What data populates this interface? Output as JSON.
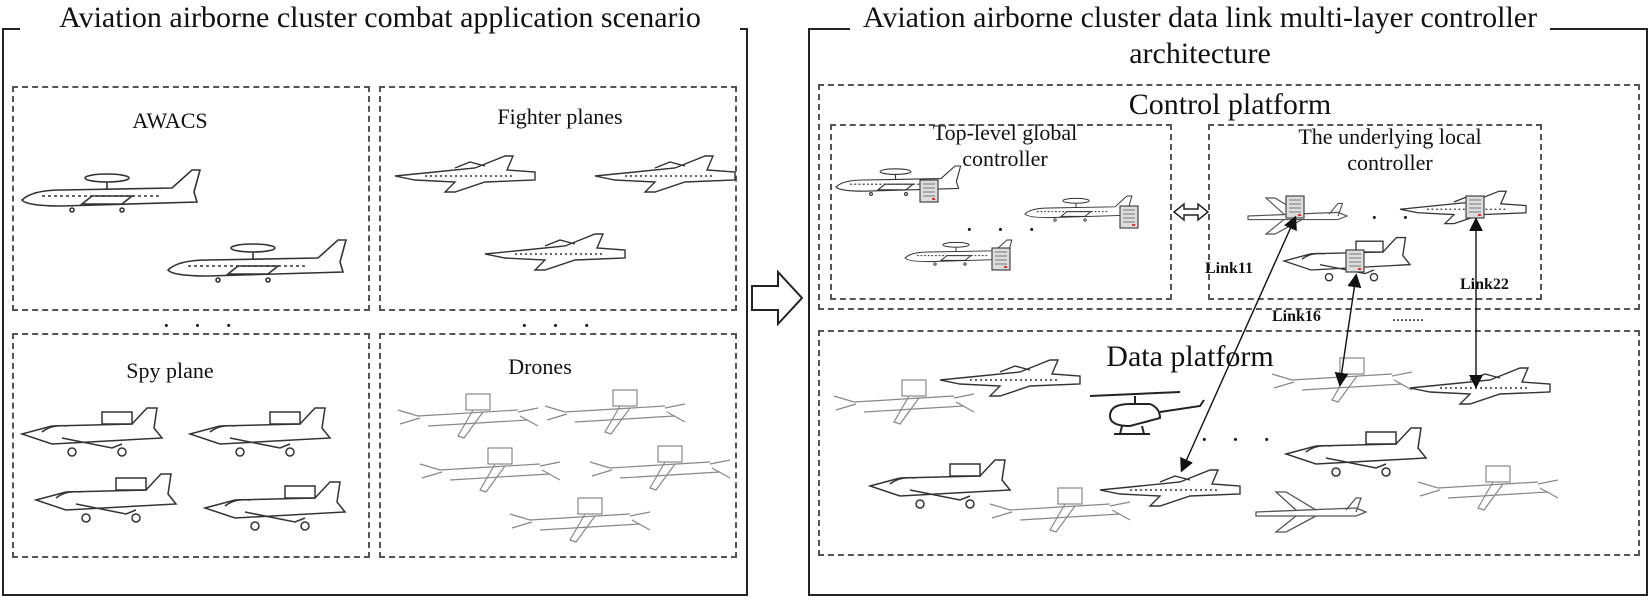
{
  "left": {
    "title": "Aviation airborne cluster combat application scenario",
    "quadrants": {
      "awacs": "AWACS",
      "fighters": "Fighter planes",
      "spy": "Spy plane",
      "drones": "Drones"
    },
    "ellipsis_left": "· · ·",
    "ellipsis_right": "· · ·"
  },
  "right": {
    "title": "Aviation airborne cluster data link multi-layer controller architecture",
    "control_platform": "Control platform",
    "global_controller": "Top-level global controller",
    "local_controller": "The underlying local controller",
    "data_platform": "Data platform",
    "links": {
      "link11": "Link11",
      "link16": "Link16",
      "link22": "Link22"
    },
    "ellipsis_global": "· · ·",
    "ellipsis_local": "· ·",
    "ellipsis_data": "· · ·",
    "ellipsis_links": "........"
  }
}
